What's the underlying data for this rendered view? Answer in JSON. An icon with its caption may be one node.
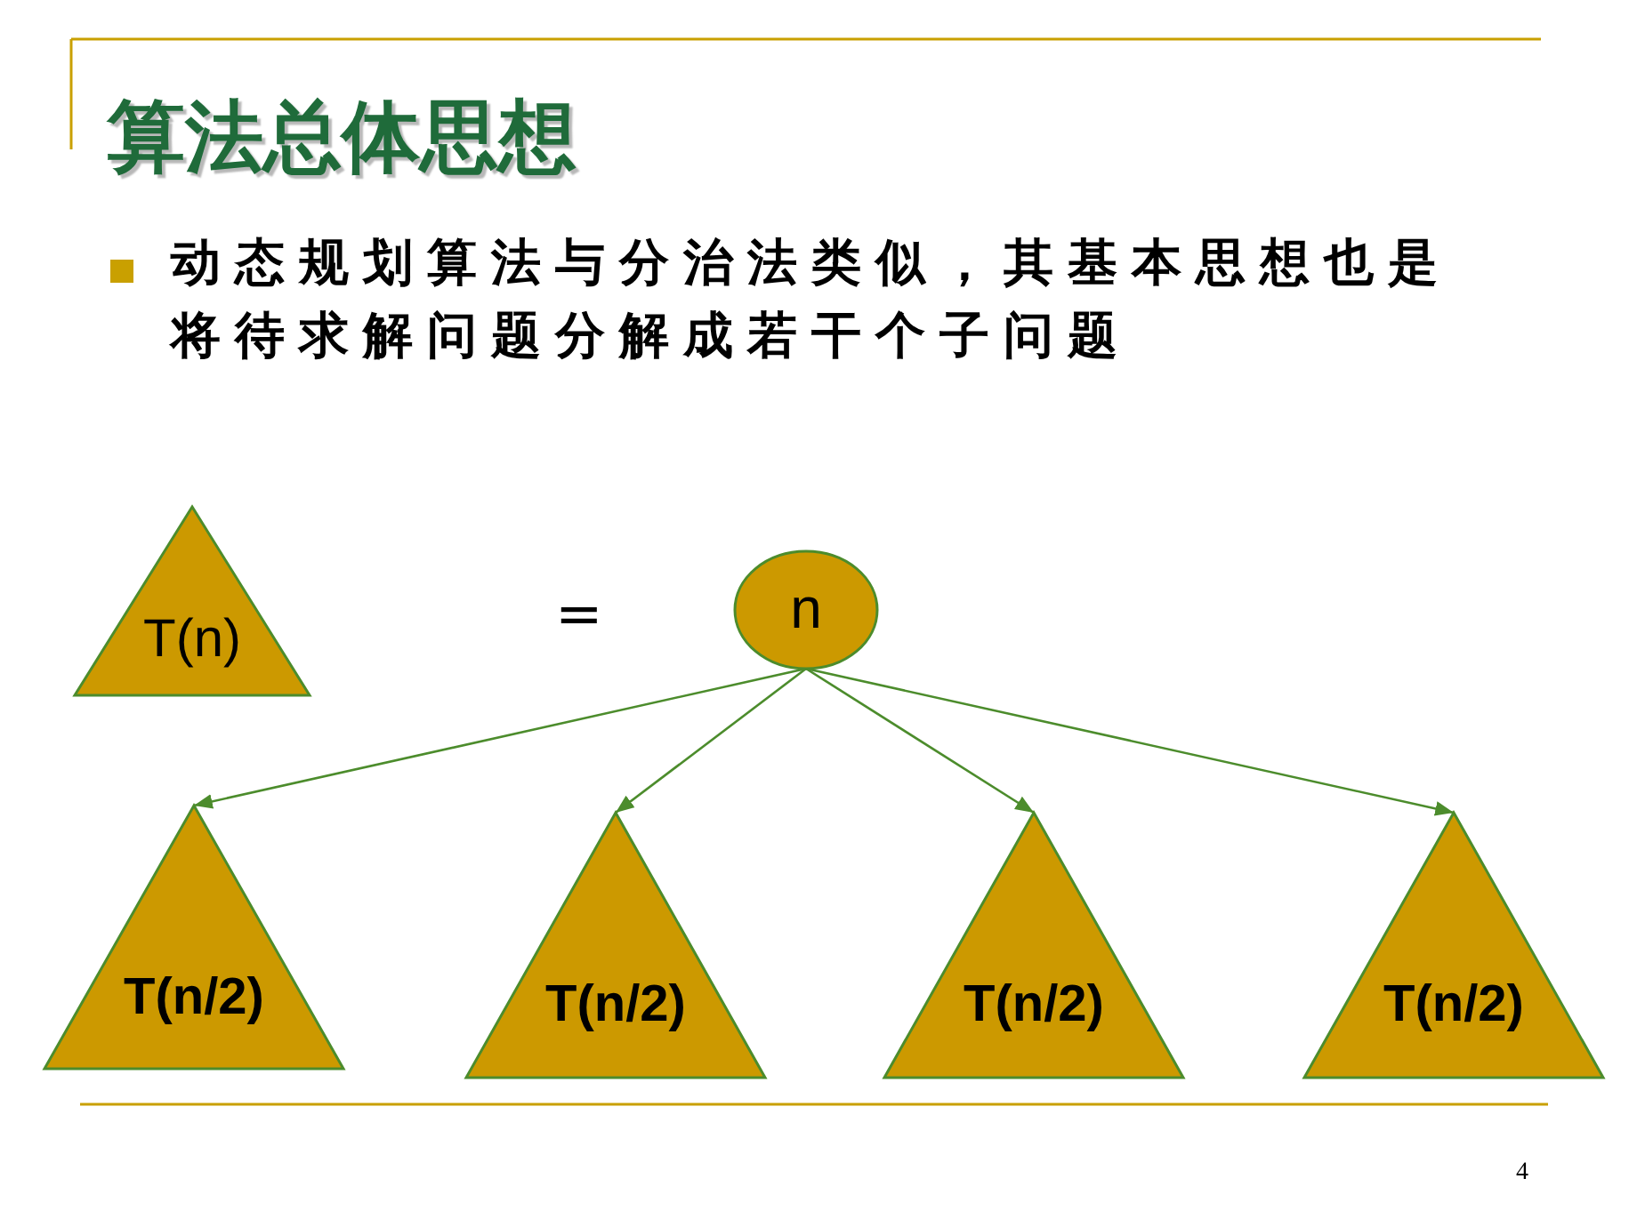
{
  "diagram": {
    "title": "算法总体思想",
    "nodes": [
      {
        "text": [
          "T(n)"
        ]
      },
      {
        "text": [
          "n"
        ]
      },
      {
        "text": [
          "T(n/2)"
        ]
      },
      {
        "text": [
          "T(n/2)"
        ]
      },
      {
        "text": [
          "T(n/2)"
        ]
      },
      {
        "text": [
          "T(n/2)"
        ]
      }
    ],
    "edges": [
      {
        "from": 1,
        "to": 2,
        "arrow": "to"
      },
      {
        "from": 1,
        "to": 3,
        "arrow": "to"
      },
      {
        "from": 1,
        "to": 4,
        "arrow": "to"
      },
      {
        "from": 1,
        "to": 5,
        "arrow": "to"
      }
    ],
    "labels": [
      "动态规划算法与分治法类似，其基本思想也是将待求解问题分解成若干个子问题",
      "=",
      "4"
    ]
  }
}
